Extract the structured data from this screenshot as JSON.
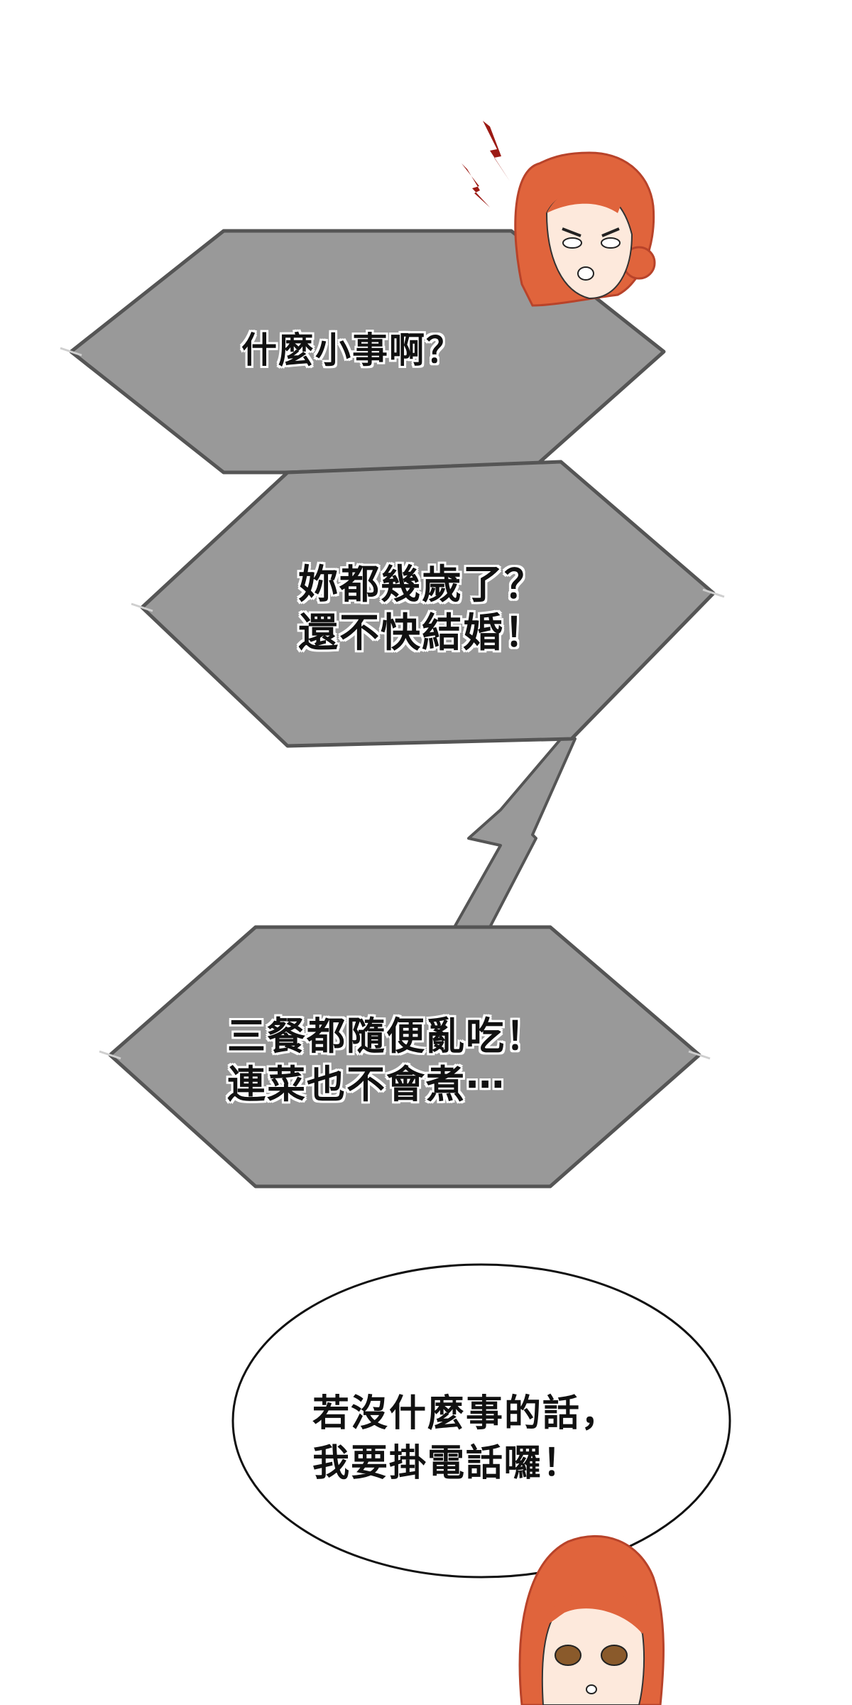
{
  "panels": [
    {
      "id": "shout-1",
      "lines": [
        "什麼小事啊？"
      ]
    },
    {
      "id": "shout-2",
      "lines": [
        "妳都幾歲了？",
        "還不快結婚！"
      ]
    },
    {
      "id": "shout-3",
      "lines": [
        "三餐都隨便亂吃！",
        "連菜也不會煮⋯"
      ]
    },
    {
      "id": "speech-4",
      "lines": [
        "若沒什麼事的話，",
        "我要掛電話囉！"
      ]
    }
  ],
  "colors": {
    "bubble_gray": "#999999",
    "bubble_outline": "#555555",
    "hair": "#e0643c",
    "hair_dark": "#b8432a",
    "skin": "#fde9dc",
    "anger_mark": "#9c1a14"
  }
}
